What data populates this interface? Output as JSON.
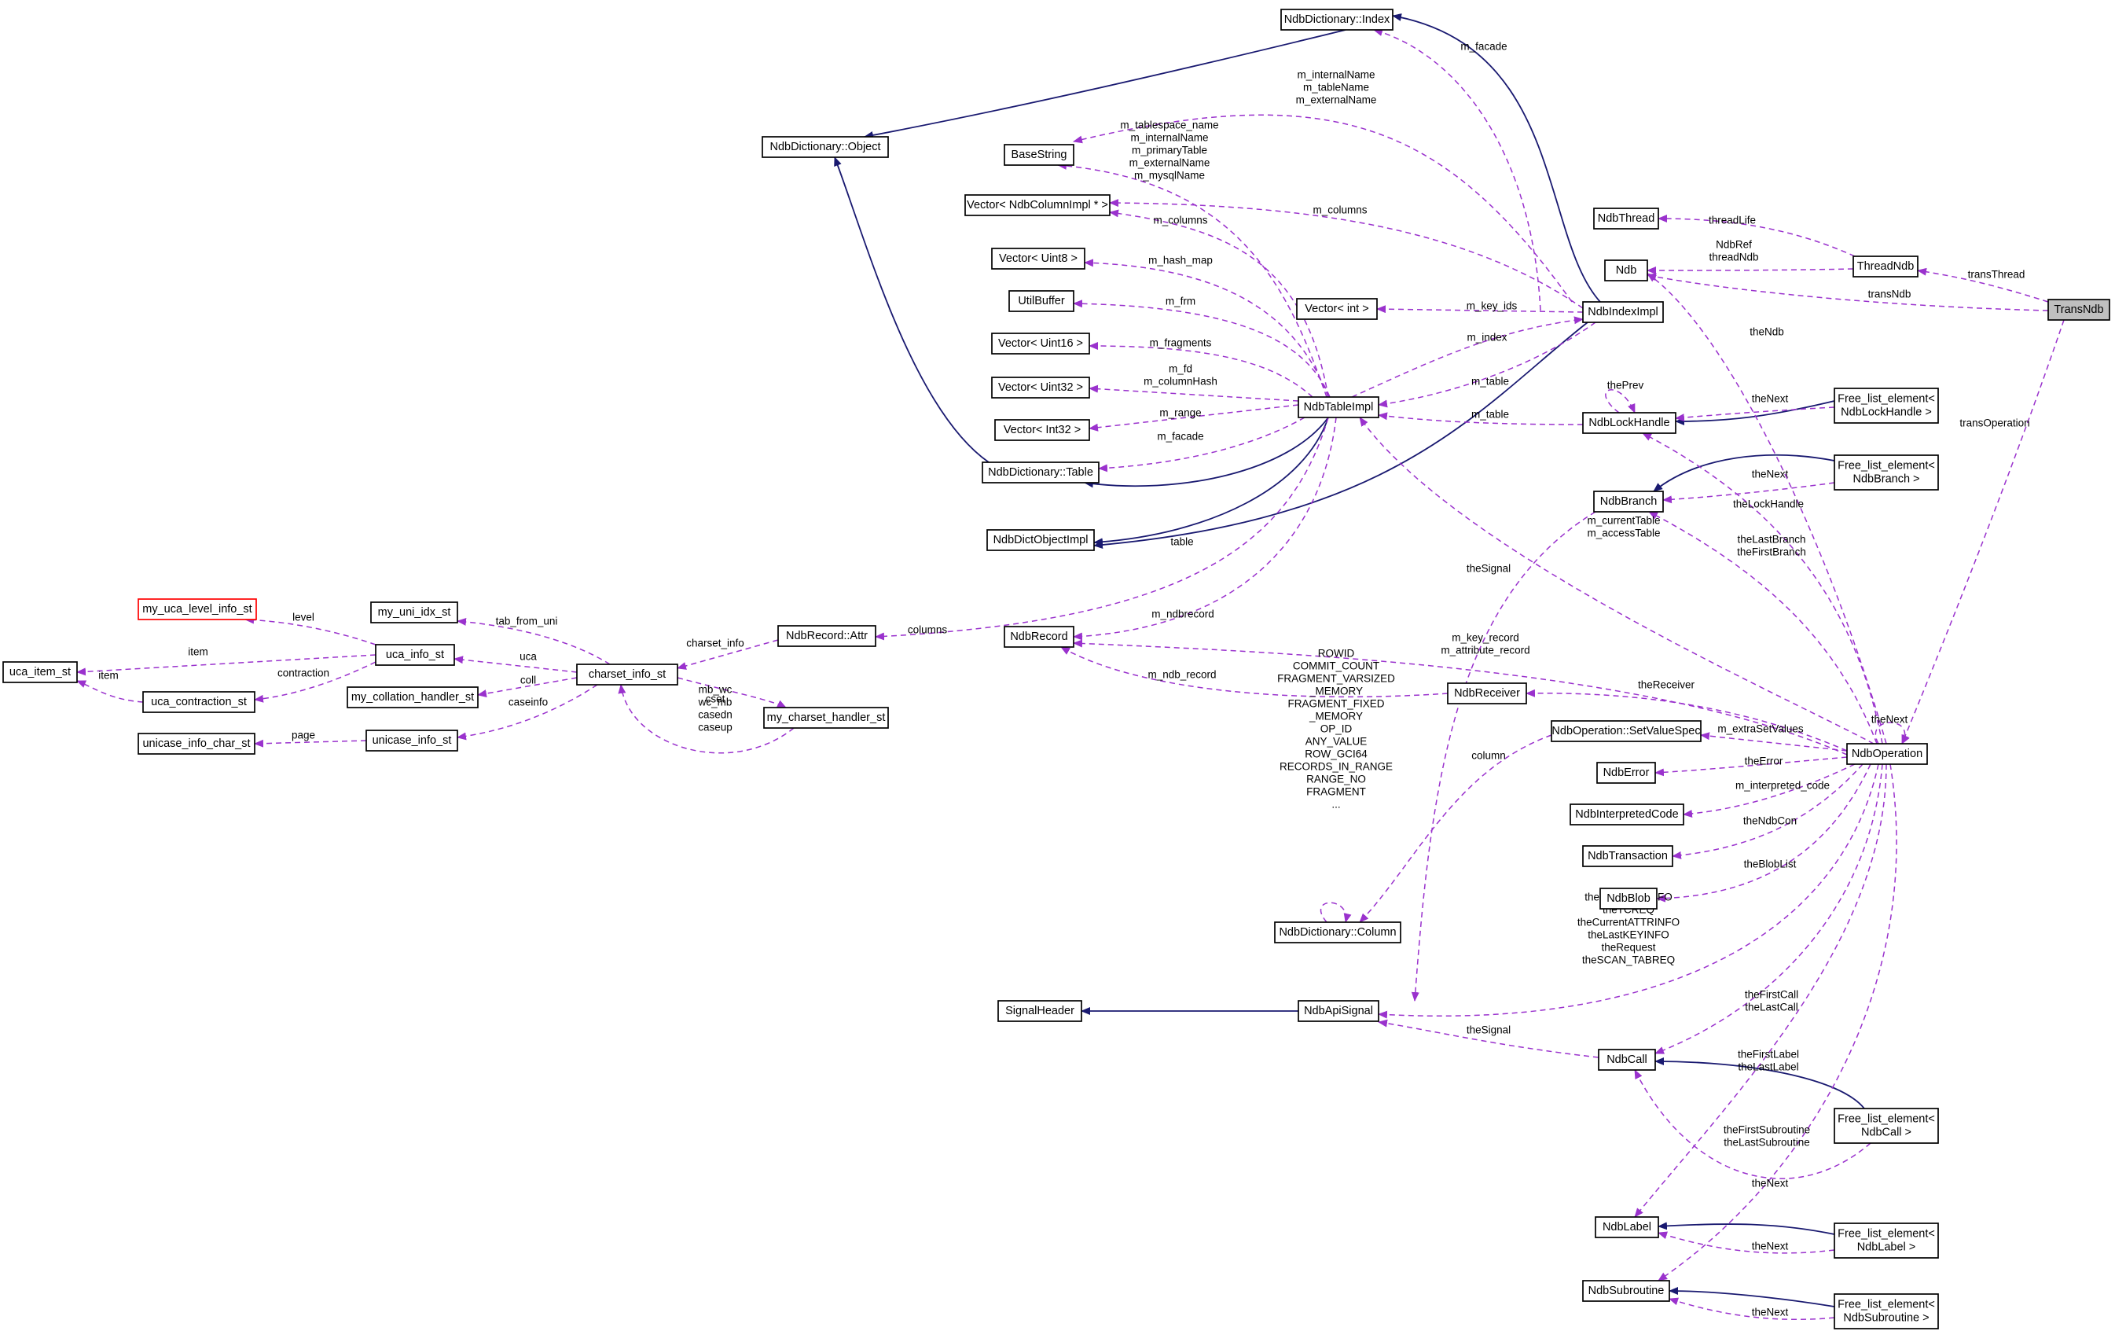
{
  "nodes": [
    {
      "id": "NdbDictionary_Index",
      "label": "NdbDictionary::Index"
    },
    {
      "id": "NdbDictionary_Object",
      "label": "NdbDictionary::Object"
    },
    {
      "id": "BaseString",
      "label": "BaseString"
    },
    {
      "id": "Vector_NdbColumnImpl",
      "label": "Vector< NdbColumnImpl * >"
    },
    {
      "id": "Vector_Uint8",
      "label": "Vector< Uint8 >"
    },
    {
      "id": "UtilBuffer",
      "label": "UtilBuffer"
    },
    {
      "id": "Vector_Uint16",
      "label": "Vector< Uint16 >"
    },
    {
      "id": "Vector_Uint32",
      "label": "Vector< Uint32 >"
    },
    {
      "id": "Vector_Int32",
      "label": "Vector< Int32 >"
    },
    {
      "id": "NdbDictionary_Table",
      "label": "NdbDictionary::Table"
    },
    {
      "id": "NdbDictObjectImpl",
      "label": "NdbDictObjectImpl"
    },
    {
      "id": "Vector_int",
      "label": "Vector< int >"
    },
    {
      "id": "NdbTableImpl",
      "label": "NdbTableImpl"
    },
    {
      "id": "NdbIndexImpl",
      "label": "NdbIndexImpl"
    },
    {
      "id": "NdbThread",
      "label": "NdbThread"
    },
    {
      "id": "Ndb",
      "label": "Ndb"
    },
    {
      "id": "ThreadNdb",
      "label": "ThreadNdb"
    },
    {
      "id": "TransNdb",
      "label": "TransNdb"
    },
    {
      "id": "FLE_NdbLockHandle",
      "label": [
        "Free_list_element<",
        "NdbLockHandle >"
      ]
    },
    {
      "id": "NdbLockHandle",
      "label": "NdbLockHandle"
    },
    {
      "id": "FLE_NdbBranch",
      "label": [
        "Free_list_element<",
        "NdbBranch >"
      ]
    },
    {
      "id": "NdbBranch",
      "label": "NdbBranch"
    },
    {
      "id": "my_uca_level_info_st",
      "label": "my_uca_level_info_st"
    },
    {
      "id": "my_uni_idx_st",
      "label": "my_uni_idx_st"
    },
    {
      "id": "uca_item_st",
      "label": "uca_item_st"
    },
    {
      "id": "uca_info_st",
      "label": "uca_info_st"
    },
    {
      "id": "uca_contraction_st",
      "label": "uca_contraction_st"
    },
    {
      "id": "charset_info_st",
      "label": "charset_info_st"
    },
    {
      "id": "my_collation_handler_st",
      "label": "my_collation_handler_st"
    },
    {
      "id": "unicase_info_char_st",
      "label": "unicase_info_char_st"
    },
    {
      "id": "unicase_info_st",
      "label": "unicase_info_st"
    },
    {
      "id": "NdbRecord_Attr",
      "label": "NdbRecord::Attr"
    },
    {
      "id": "NdbRecord",
      "label": "NdbRecord"
    },
    {
      "id": "my_charset_handler_st",
      "label": "my_charset_handler_st"
    },
    {
      "id": "NdbReceiver",
      "label": "NdbReceiver"
    },
    {
      "id": "NdbOperation_SetValueSpec",
      "label": "NdbOperation::SetValueSpec"
    },
    {
      "id": "NdbOperation",
      "label": "NdbOperation"
    },
    {
      "id": "NdbError",
      "label": "NdbError"
    },
    {
      "id": "NdbInterpretedCode",
      "label": "NdbInterpretedCode"
    },
    {
      "id": "NdbTransaction",
      "label": "NdbTransaction"
    },
    {
      "id": "NdbBlob",
      "label": "NdbBlob"
    },
    {
      "id": "NdbDictionary_Column",
      "label": "NdbDictionary::Column"
    },
    {
      "id": "SignalHeader",
      "label": "SignalHeader"
    },
    {
      "id": "NdbApiSignal",
      "label": "NdbApiSignal"
    },
    {
      "id": "NdbCall",
      "label": "NdbCall"
    },
    {
      "id": "FLE_NdbCall",
      "label": [
        "Free_list_element<",
        "NdbCall >"
      ]
    },
    {
      "id": "NdbLabel",
      "label": "NdbLabel"
    },
    {
      "id": "FLE_NdbLabel",
      "label": [
        "Free_list_element<",
        "NdbLabel >"
      ]
    },
    {
      "id": "NdbSubroutine",
      "label": "NdbSubroutine"
    },
    {
      "id": "FLE_NdbSubroutine",
      "label": [
        "Free_list_element<",
        "NdbSubroutine >"
      ]
    }
  ],
  "edges": [
    {
      "id": "e_index_object",
      "kind": "inherit",
      "label": []
    },
    {
      "id": "e_table_object",
      "kind": "inherit",
      "label": []
    },
    {
      "id": "e_tableimpl_table",
      "kind": "inherit",
      "label": []
    },
    {
      "id": "e_tableimpl_dictobj",
      "kind": "inherit",
      "label": []
    },
    {
      "id": "e_indeximpl_dictobj",
      "kind": "inherit",
      "label": []
    },
    {
      "id": "e_indeximpl_index",
      "kind": "inherit",
      "label": []
    },
    {
      "id": "e_flelock_lock",
      "kind": "inherit",
      "label": []
    },
    {
      "id": "e_flebranch_branch",
      "kind": "inherit",
      "label": []
    },
    {
      "id": "e_apisignal_header",
      "kind": "inherit",
      "label": []
    },
    {
      "id": "e_flecall_call",
      "kind": "inherit",
      "label": []
    },
    {
      "id": "e_flelabel_label",
      "kind": "inherit",
      "label": []
    },
    {
      "id": "e_flesub_sub",
      "kind": "inherit",
      "label": []
    },
    {
      "id": "e_facade_index",
      "kind": "member",
      "label": [
        "m_facade"
      ]
    },
    {
      "id": "e_names_index",
      "kind": "member",
      "label": [
        "m_internalName",
        "m_tableName",
        "m_externalName"
      ]
    },
    {
      "id": "e_names_table",
      "kind": "member",
      "label": [
        "m_tablespace_name",
        "m_internalName",
        "m_primaryTable",
        "m_externalName",
        "m_mysqlName"
      ]
    },
    {
      "id": "e_columns_table",
      "kind": "member",
      "label": [
        "m_columns"
      ]
    },
    {
      "id": "e_columns_index",
      "kind": "member",
      "label": [
        "m_columns"
      ]
    },
    {
      "id": "e_hashmap",
      "kind": "member",
      "label": [
        "m_hash_map"
      ]
    },
    {
      "id": "e_frm",
      "kind": "member",
      "label": [
        "m_frm"
      ]
    },
    {
      "id": "e_fragments",
      "kind": "member",
      "label": [
        "m_fragments"
      ]
    },
    {
      "id": "e_fd",
      "kind": "member",
      "label": [
        "m_fd",
        "m_columnHash"
      ]
    },
    {
      "id": "e_range",
      "kind": "member",
      "label": [
        "m_range"
      ]
    },
    {
      "id": "e_facade_table",
      "kind": "member",
      "label": [
        "m_facade"
      ]
    },
    {
      "id": "e_keyids",
      "kind": "member",
      "label": [
        "m_key_ids"
      ]
    },
    {
      "id": "e_index",
      "kind": "member",
      "label": [
        "m_index"
      ]
    },
    {
      "id": "e_table_index",
      "kind": "member",
      "label": [
        "m_table"
      ]
    },
    {
      "id": "e_table_lock",
      "kind": "member",
      "label": [
        "m_table"
      ]
    },
    {
      "id": "e_threadlife",
      "kind": "member",
      "label": [
        "threadLife"
      ]
    },
    {
      "id": "e_ndbref",
      "kind": "member",
      "label": [
        "NdbRef",
        "threadNdb"
      ]
    },
    {
      "id": "e_transthread",
      "kind": "member",
      "label": [
        "transThread"
      ]
    },
    {
      "id": "e_transndb",
      "kind": "member",
      "label": [
        "transNdb"
      ]
    },
    {
      "id": "e_theprev",
      "kind": "member",
      "label": [
        "thePrev"
      ]
    },
    {
      "id": "e_thenext_lock",
      "kind": "member",
      "label": [
        "theNext"
      ]
    },
    {
      "id": "e_thenext_branch",
      "kind": "member",
      "label": [
        "theNext"
      ]
    },
    {
      "id": "e_transoperation",
      "kind": "member",
      "label": [
        "transOperation"
      ]
    },
    {
      "id": "e_thendb",
      "kind": "member",
      "label": [
        "theNdb"
      ]
    },
    {
      "id": "e_thelockhandle",
      "kind": "member",
      "label": [
        "theLockHandle"
      ]
    },
    {
      "id": "e_branches",
      "kind": "member",
      "label": [
        "theLastBranch",
        "theFirstBranch"
      ]
    },
    {
      "id": "e_currenttable",
      "kind": "member",
      "label": [
        "m_currentTable",
        "m_accessTable"
      ]
    },
    {
      "id": "e_table_ndbtable",
      "kind": "member",
      "label": [
        "table"
      ]
    },
    {
      "id": "e_ndbrecord",
      "kind": "member",
      "label": [
        "m_ndbrecord"
      ]
    },
    {
      "id": "e_keyrecord",
      "kind": "member",
      "label": [
        "m_key_record",
        "m_attribute_record"
      ]
    },
    {
      "id": "e_ndbrecord_recv",
      "kind": "member",
      "label": [
        "m_ndb_record"
      ]
    },
    {
      "id": "e_columns_attr",
      "kind": "member",
      "label": [
        "columns"
      ]
    },
    {
      "id": "e_charset_info",
      "kind": "member",
      "label": [
        "charset_info"
      ]
    },
    {
      "id": "e_level",
      "kind": "member",
      "label": [
        "level"
      ]
    },
    {
      "id": "e_tab_from_uni",
      "kind": "member",
      "label": [
        "tab_from_uni"
      ]
    },
    {
      "id": "e_item1",
      "kind": "member",
      "label": [
        "item"
      ]
    },
    {
      "id": "e_item2",
      "kind": "member",
      "label": [
        "item"
      ]
    },
    {
      "id": "e_uca",
      "kind": "member",
      "label": [
        "uca"
      ]
    },
    {
      "id": "e_contraction",
      "kind": "member",
      "label": [
        "contraction"
      ]
    },
    {
      "id": "e_coll",
      "kind": "member",
      "label": [
        "coll"
      ]
    },
    {
      "id": "e_caseinfo",
      "kind": "member",
      "label": [
        "caseinfo"
      ]
    },
    {
      "id": "e_page",
      "kind": "member",
      "label": [
        "page"
      ]
    },
    {
      "id": "e_cset",
      "kind": "member",
      "label": [
        "cset"
      ]
    },
    {
      "id": "e_mbwc",
      "kind": "member",
      "label": [
        "mb_wc",
        "wc_mb",
        "casedn",
        "caseup"
      ]
    },
    {
      "id": "e_thereceiver",
      "kind": "member",
      "label": [
        "theReceiver"
      ]
    },
    {
      "id": "e_extrasetvalues",
      "kind": "member",
      "label": [
        "m_extraSetValues"
      ]
    },
    {
      "id": "e_column",
      "kind": "member",
      "label": [
        "column"
      ]
    },
    {
      "id": "e_rowid",
      "kind": "member",
      "label": [
        "ROWID",
        "COMMIT_COUNT",
        "FRAGMENT_VARSIZED",
        "_MEMORY",
        "FRAGMENT_FIXED",
        "_MEMORY",
        "OP_ID",
        "ANY_VALUE",
        "ROW_GCI64",
        "RECORDS_IN_RANGE",
        "RANGE_NO",
        "FRAGMENT",
        "..."
      ]
    },
    {
      "id": "e_theerror",
      "kind": "member",
      "label": [
        "theError"
      ]
    },
    {
      "id": "e_interpreted",
      "kind": "member",
      "label": [
        "m_interpreted_code"
      ]
    },
    {
      "id": "e_thendbcon",
      "kind": "member",
      "label": [
        "theNdbCon"
      ]
    },
    {
      "id": "e_thebloblist",
      "kind": "member",
      "label": [
        "theBlobList"
      ]
    },
    {
      "id": "e_thesignal_branch",
      "kind": "member",
      "label": [
        "theSignal"
      ]
    },
    {
      "id": "e_signals",
      "kind": "member",
      "label": [
        "theFirstATTRINFO",
        "theTCREQ",
        "theCurrentATTRINFO",
        "theLastKEYINFO",
        "theRequest",
        "theSCAN_TABREQ"
      ]
    },
    {
      "id": "e_thesignal_call",
      "kind": "member",
      "label": [
        "theSignal"
      ]
    },
    {
      "id": "e_calls",
      "kind": "member",
      "label": [
        "theFirstCall",
        "theLastCall"
      ]
    },
    {
      "id": "e_labels",
      "kind": "member",
      "label": [
        "theFirstLabel",
        "theLastLabel"
      ]
    },
    {
      "id": "e_subroutines",
      "kind": "member",
      "label": [
        "theFirstSubroutine",
        "theLastSubroutine"
      ]
    },
    {
      "id": "e_thenext_call",
      "kind": "member",
      "label": [
        "theNext"
      ]
    },
    {
      "id": "e_thenext_label",
      "kind": "member",
      "label": [
        "theNext"
      ]
    },
    {
      "id": "e_thenext_sub",
      "kind": "member",
      "label": [
        "theNext"
      ]
    },
    {
      "id": "e_thenext_op",
      "kind": "member",
      "label": [
        "theNext"
      ]
    }
  ],
  "colors": {
    "inheritance_edge": "#191970",
    "member_edge": "#9a32cd",
    "node_border": "#000000",
    "highlight_fill": "#bfbfbf",
    "undocumented_border": "#ff0000"
  }
}
